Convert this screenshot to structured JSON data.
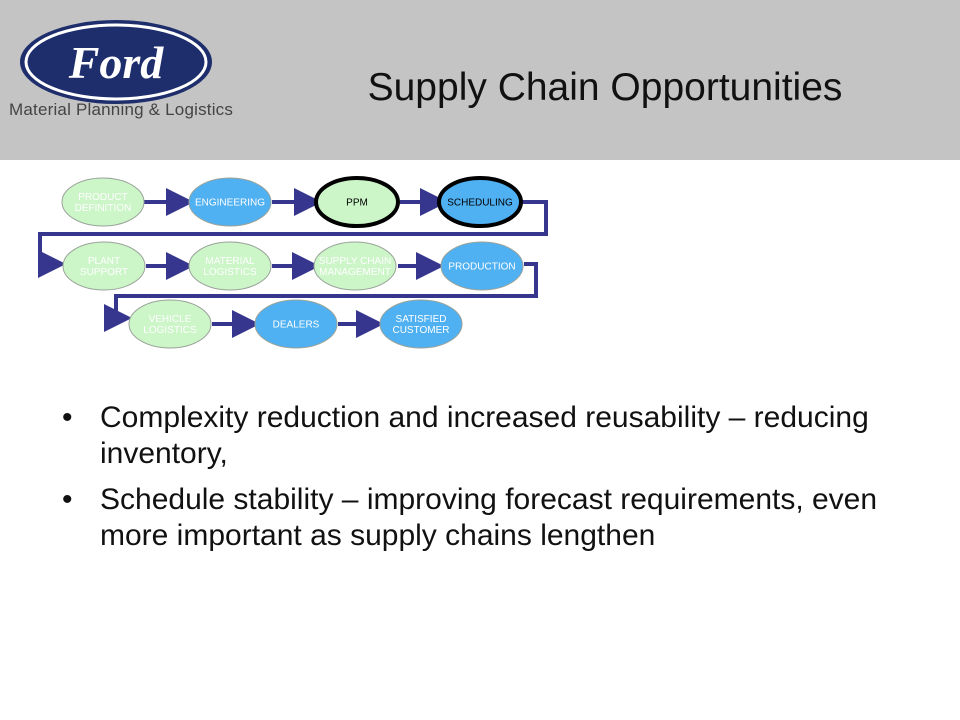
{
  "header": {
    "logo": {
      "brand": "Ford",
      "subtitle": "Material Planning & Logistics"
    },
    "title": "Supply Chain Opportunities"
  },
  "flow": {
    "colors": {
      "green": "#ccf5c8",
      "blue": "#4fb0f2",
      "arrow": "#36368e",
      "outline": "#000000"
    },
    "nodes": [
      {
        "id": "product-definition",
        "label": "PRODUCT DEFINITION",
        "fill": "green",
        "highlight": false
      },
      {
        "id": "engineering",
        "label": "ENGINEERING",
        "fill": "blue",
        "highlight": false
      },
      {
        "id": "ppm",
        "label": "PPM",
        "fill": "green",
        "highlight": true
      },
      {
        "id": "scheduling",
        "label": "SCHEDULING",
        "fill": "blue",
        "highlight": true
      },
      {
        "id": "plant-support",
        "label": "PLANT SUPPORT",
        "fill": "green",
        "highlight": false
      },
      {
        "id": "material-logistics",
        "label": "MATERIAL LOGISTICS",
        "fill": "green",
        "highlight": false
      },
      {
        "id": "supply-chain-management",
        "label": "SUPPLY CHAIN MANAGEMENT",
        "fill": "green",
        "highlight": false
      },
      {
        "id": "production",
        "label": "PRODUCTION",
        "fill": "blue",
        "highlight": false
      },
      {
        "id": "vehicle-logistics",
        "label": "VEHICLE LOGISTICS",
        "fill": "green",
        "highlight": false
      },
      {
        "id": "dealers",
        "label": "DEALERS",
        "fill": "blue",
        "highlight": false
      },
      {
        "id": "satisfied-customer",
        "label": "SATISFIED CUSTOMER",
        "fill": "blue",
        "highlight": false
      }
    ]
  },
  "bullets": [
    "Complexity reduction and increased reusability – reducing inventory,",
    "Schedule stability – improving forecast requirements, even more important as supply chains lengthen"
  ]
}
